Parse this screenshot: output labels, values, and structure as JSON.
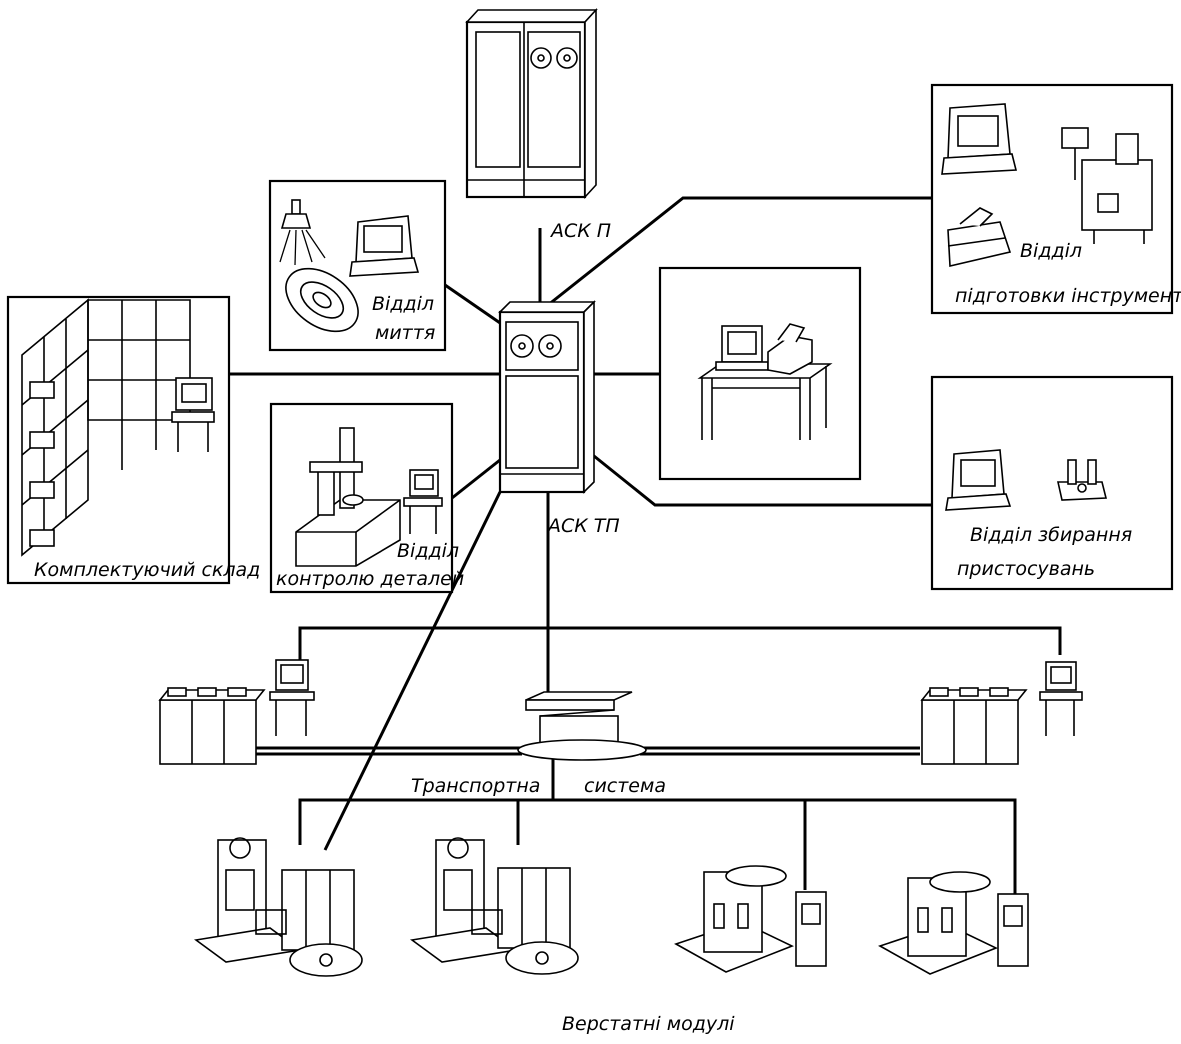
{
  "labels": {
    "ask_p": "АСК П",
    "ask_tp": "АСК ТП",
    "washing_1": "Відділ",
    "washing_2": "миття",
    "tool_prep_1": "Відділ",
    "tool_prep_2": "підготовки інструменту",
    "warehouse": "Комплектуючий склад",
    "inspection_1": "Відділ",
    "inspection_2": "контролю деталей",
    "fixture_1": "Відділ збирання",
    "fixture_2": "пристосувань",
    "transport_1": "Транспортна",
    "transport_2": "система",
    "machine_modules": "Верстатні модулі"
  }
}
